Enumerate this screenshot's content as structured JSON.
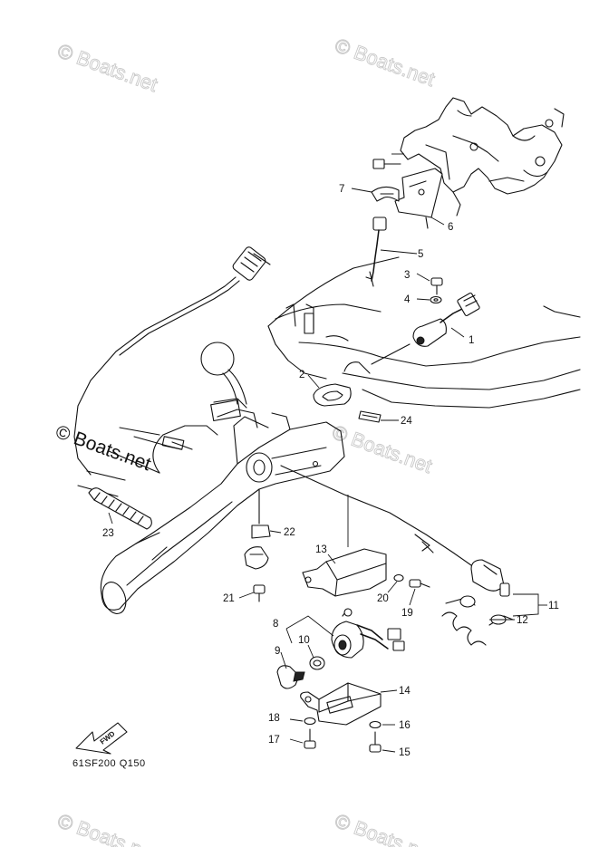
{
  "watermark": {
    "text": "© Boats.net",
    "prominent_text": "© Boats.net"
  },
  "diagram_code": "61SF200 Q150",
  "direction_label": "FWD",
  "callouts": [
    "1",
    "2",
    "3",
    "4",
    "5",
    "6",
    "7",
    "8",
    "9",
    "10",
    "11",
    "12",
    "13",
    "14",
    "15",
    "16",
    "17",
    "18",
    "19",
    "20",
    "21",
    "22",
    "23",
    "24"
  ],
  "colors": {
    "line": "#111111",
    "watermark": "#c9c9c9",
    "background": "#ffffff"
  }
}
